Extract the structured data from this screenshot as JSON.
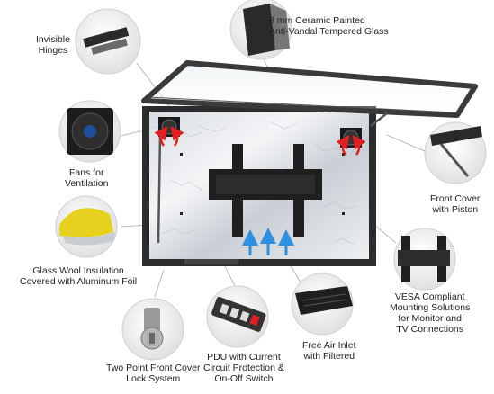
{
  "labels": {
    "glass": [
      "8 mm Ceramic Painted",
      "Anti-Vandal Tempered Glass"
    ],
    "hinges": [
      "Invisible",
      "Hinges"
    ],
    "fans": [
      "Fans for",
      "Ventilation"
    ],
    "wool": [
      "Glass Wool Insulation",
      "Covered with Aluminum Foil"
    ],
    "lock": [
      "Two Point Front Cover",
      "Lock System"
    ],
    "pdu": [
      "PDU with Current",
      "Circuit Protection &",
      "On-Off Switch"
    ],
    "inlet": [
      "Free Air Inlet",
      "with Filtered"
    ],
    "vesa": [
      "VESA Compliant",
      "Mounting Solutions",
      "for Monitor and",
      "TV Connections"
    ],
    "piston": [
      "Front Cover",
      "with Piston"
    ]
  },
  "colors": {
    "frame": "#3a3a3a",
    "wool": "#e6d21e",
    "heat_arrow": "#e02020",
    "air_arrow": "#2f8fe0",
    "callout_line": "#aaaaaa"
  }
}
